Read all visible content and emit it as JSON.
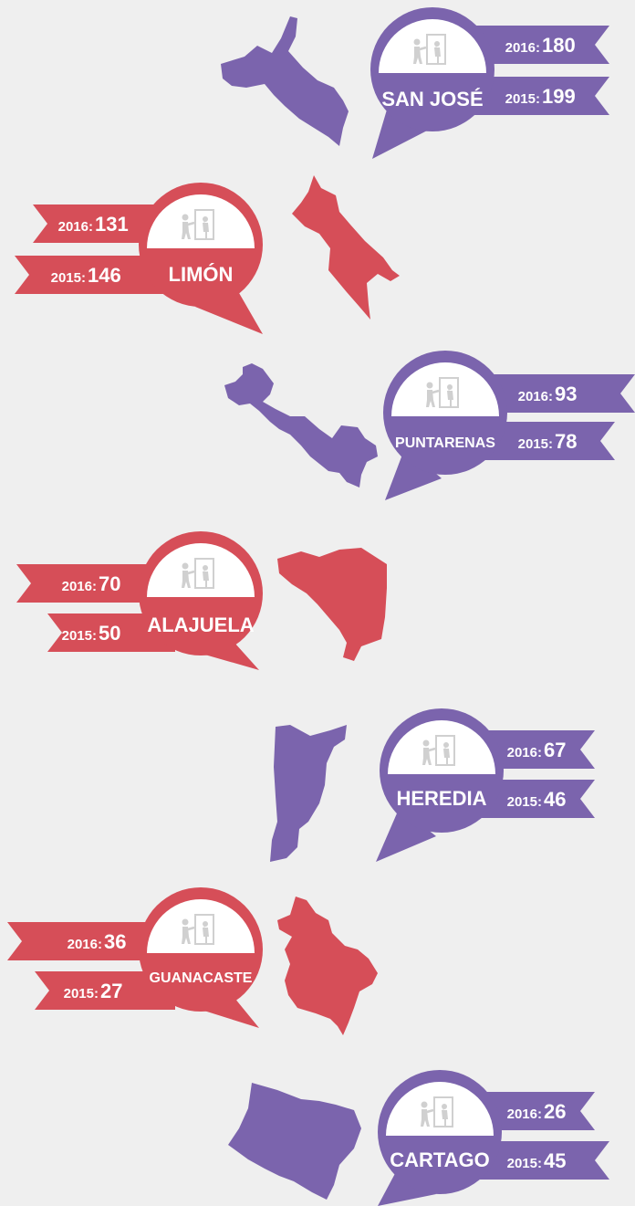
{
  "colors": {
    "purple": "#7b64ad",
    "red": "#d64e58",
    "background": "#efefef",
    "white": "#ffffff"
  },
  "icon": "person-at-door-icon",
  "provinces": [
    {
      "name": "SAN JOSÉ",
      "year_a": "2016:",
      "value_a": "180",
      "year_b": "2015:",
      "value_b": "199",
      "color": "purple"
    },
    {
      "name": "LIMÓN",
      "year_a": "2016:",
      "value_a": "131",
      "year_b": "2015:",
      "value_b": "146",
      "color": "red"
    },
    {
      "name": "PUNTARENAS",
      "year_a": "2016:",
      "value_a": "93",
      "year_b": "2015:",
      "value_b": "78",
      "color": "purple"
    },
    {
      "name": "ALAJUELA",
      "year_a": "2016:",
      "value_a": "70",
      "year_b": "2015:",
      "value_b": "50",
      "color": "red"
    },
    {
      "name": "HEREDIA",
      "year_a": "2016:",
      "value_a": "67",
      "year_b": "2015:",
      "value_b": "46",
      "color": "purple"
    },
    {
      "name": "GUANACASTE",
      "year_a": "2016:",
      "value_a": "36",
      "year_b": "2015:",
      "value_b": "27",
      "color": "red"
    },
    {
      "name": "CARTAGO",
      "year_a": "2016:",
      "value_a": "26",
      "year_b": "2015:",
      "value_b": "45",
      "color": "purple"
    }
  ]
}
